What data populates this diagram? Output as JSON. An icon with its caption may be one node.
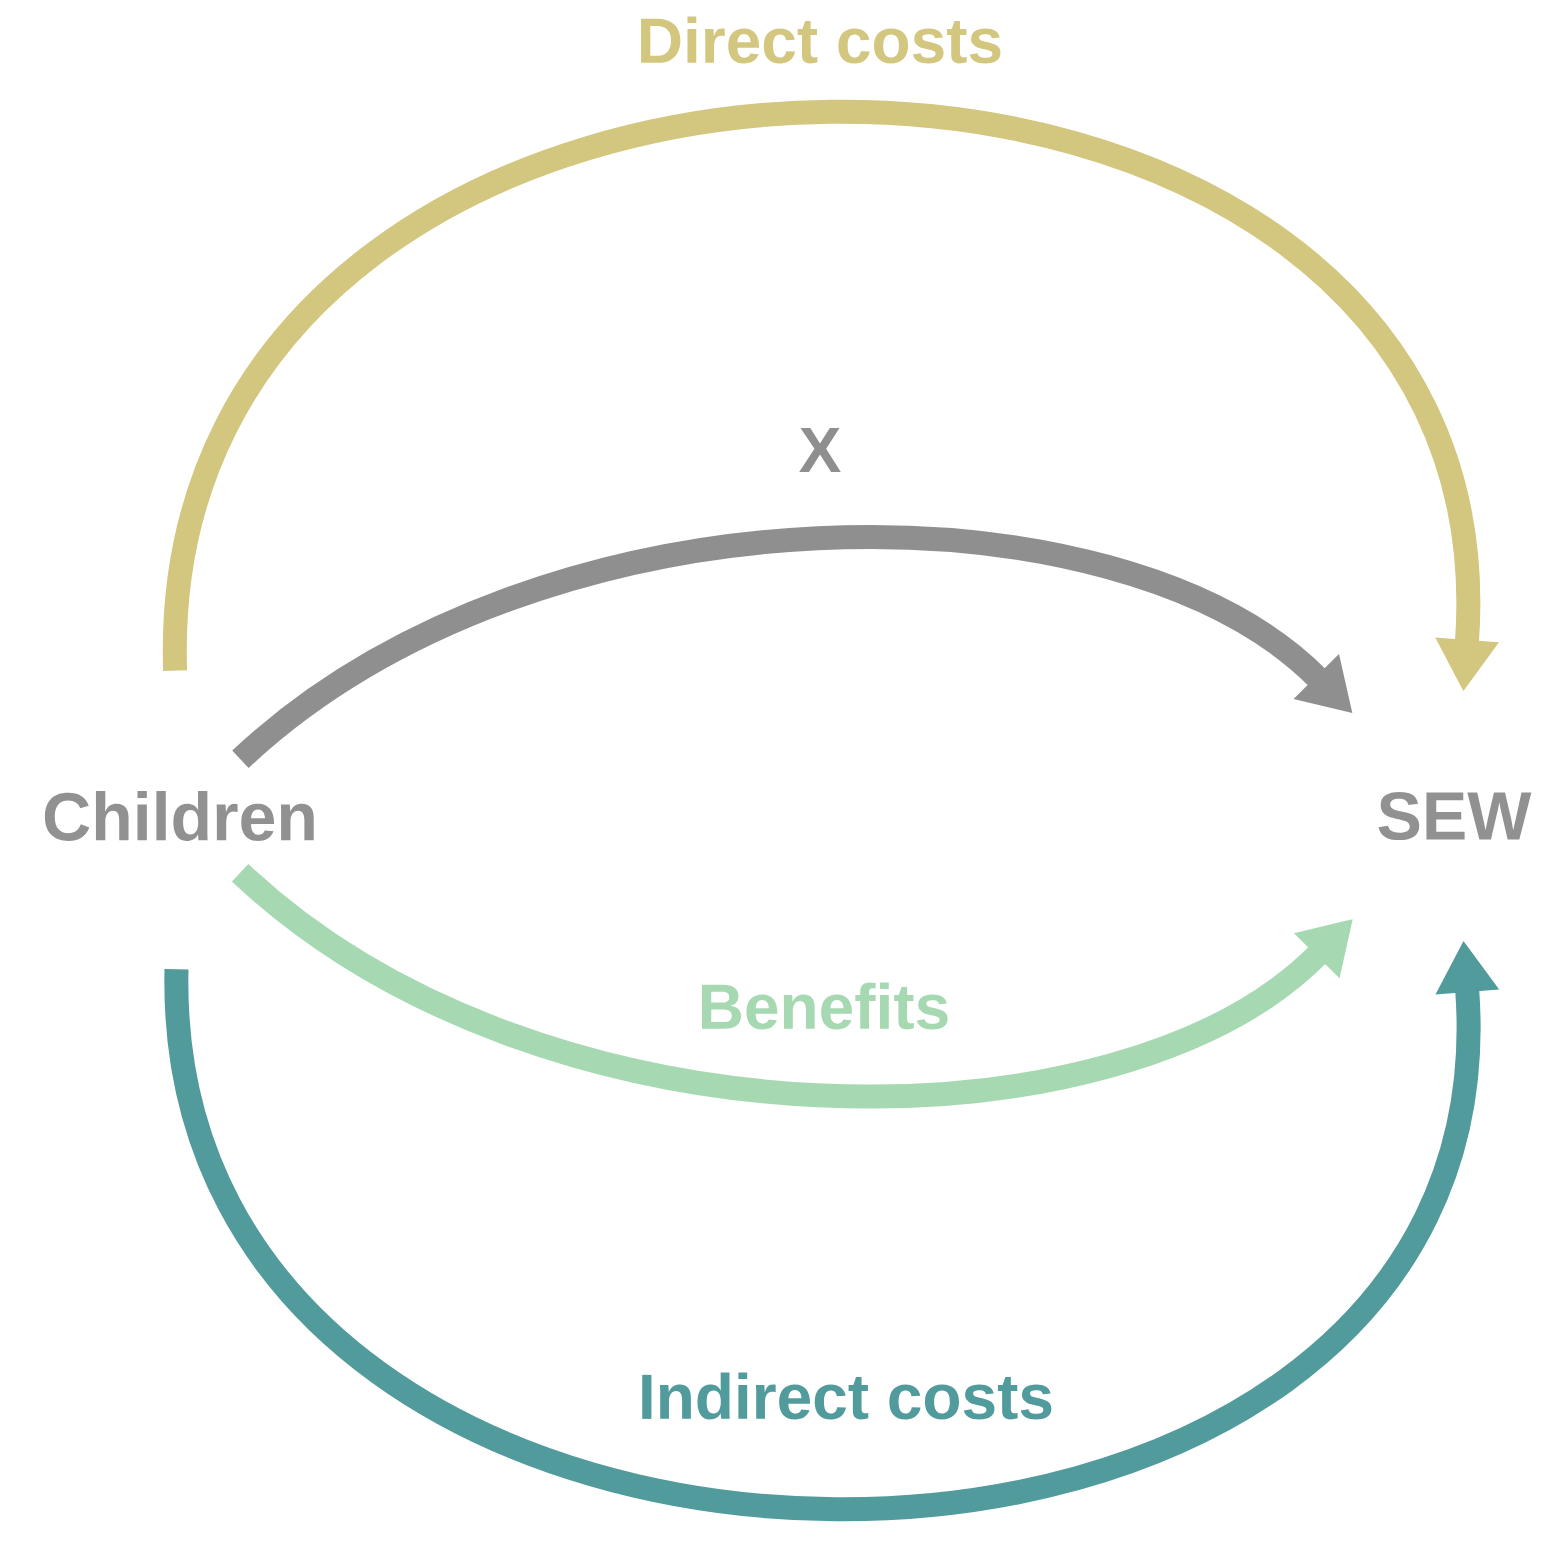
{
  "diagram": {
    "nodes": [
      {
        "text": [
          "Children"
        ]
      },
      {
        "text": [
          "SEW"
        ]
      }
    ],
    "edges": [
      {
        "from": 0,
        "to": 1,
        "arrow": "to",
        "label": "Direct costs",
        "color": "#d3c67e"
      },
      {
        "from": 0,
        "to": 1,
        "arrow": "to",
        "label": "X",
        "color": "#8f8f8f"
      },
      {
        "from": 0,
        "to": 1,
        "arrow": "to",
        "label": "Benefits",
        "color": "#a6d9b2"
      },
      {
        "from": 0,
        "to": 1,
        "arrow": "to",
        "label": "Indirect costs",
        "color": "#519b9c"
      }
    ]
  }
}
